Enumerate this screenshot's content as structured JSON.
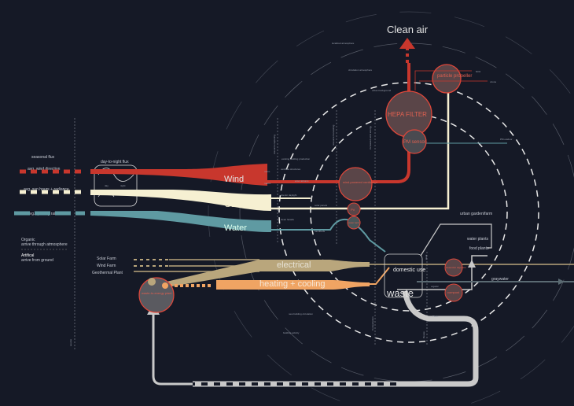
{
  "title": "Clean air",
  "left_labels": {
    "seasonal_flux": "seasonal flux",
    "wind_direction": "avg. wind direction",
    "sun_hours": "avg. sun hours + radiance",
    "rainfall": "avg. quantity rainfall",
    "day_night_flux": "day-to-night flux",
    "day": "day",
    "night": "night",
    "organic": "Organic",
    "organic_sub": "arrive through atmosphere",
    "artificial": "Artifical",
    "artificial_sub": "arrive from ground",
    "source": "source"
  },
  "flows": {
    "wind": "Wind",
    "solar": "Solar",
    "water": "Water",
    "electrical": "electrical",
    "heating": "heating + cooling",
    "waste": "waste"
  },
  "sources": [
    "Solar Farm",
    "Wind Farm",
    "Geothermal Plant"
  ],
  "scale_labels": {
    "micro": "micro",
    "macro": "macro",
    "ventilate": "ventilate structures",
    "enter_atrium": "enter atriums",
    "interior_daylight": "interior daylight",
    "solar_panels": "solar panels",
    "clean_facade": "clean facade",
    "handbeds": "handbeds",
    "living_building": "existing building production",
    "resource_capturing": "resource capturing",
    "resource_harvesting": "resource harvesting",
    "increased_wind_energy": "increased wind energy",
    "consumption": "Consumption",
    "reuse": "Reuse",
    "heat": "Heat",
    "flush": "Flush",
    "organic_small": "organic",
    "new_building_circulation": "new building circulation",
    "building_activity": "building activity",
    "localized_atmosphere": "localized atmosphere",
    "circulation_atmosphere": "circulation atmosphere",
    "urban_background": "urban background",
    "domestic": "domestic use",
    "urban_garden": "urban garden/farm",
    "water_plants": "water plants",
    "food_plants": "food plants",
    "graywater": "graywater",
    "no2": "NO2",
    "ozone": "ozone",
    "pm_outdoor": "PM outdoor"
  },
  "nodes": {
    "hepa": "HEPA FILTER",
    "particle": "particle propeller",
    "pm_sensor": "PM sensor",
    "wind_vent": "wind-powered ventilation",
    "pv": "PV",
    "water_tank": "water tank",
    "waste_energy": "waste-to-energy plant",
    "digester": "anaerobic digestion",
    "compost": "compost"
  },
  "colors": {
    "wind": "#c8372d",
    "solar": "#f6f0d2",
    "water": "#5f9aa2",
    "electrical": "#b9a67c",
    "heating": "#f0a463",
    "waste": "#c9c9c9",
    "background": "#151926"
  }
}
